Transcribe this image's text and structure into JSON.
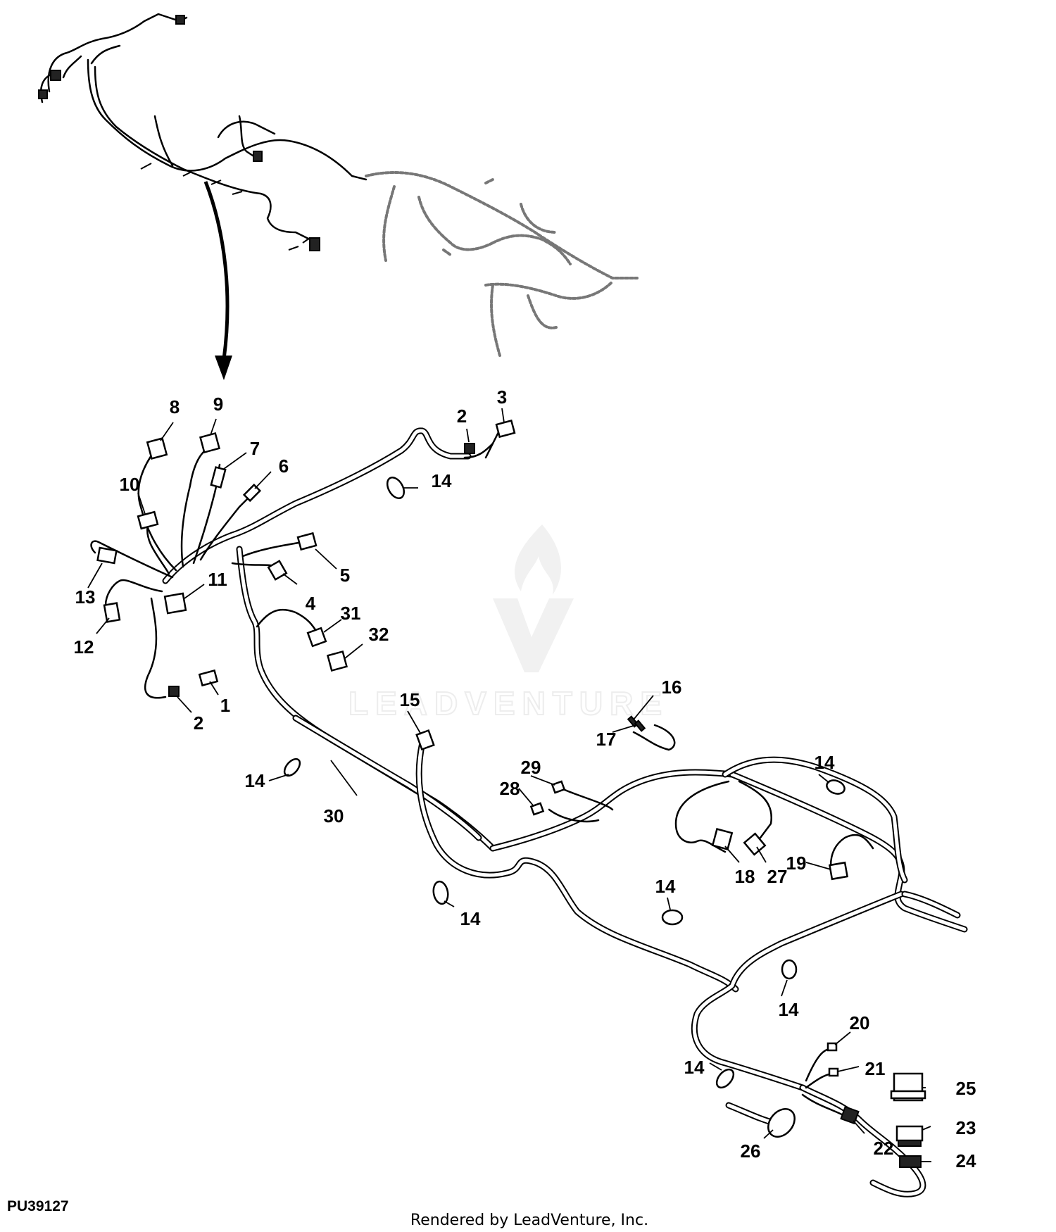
{
  "figure_id": "PU39127",
  "credit": "Rendered by LeadVenture, Inc.",
  "watermark": "LEADVENTURE",
  "callouts": [
    {
      "id": "c1",
      "label": "1"
    },
    {
      "id": "c2a",
      "label": "2"
    },
    {
      "id": "c2b",
      "label": "2"
    },
    {
      "id": "c3",
      "label": "3"
    },
    {
      "id": "c4",
      "label": "4"
    },
    {
      "id": "c5",
      "label": "5"
    },
    {
      "id": "c6",
      "label": "6"
    },
    {
      "id": "c7",
      "label": "7"
    },
    {
      "id": "c8",
      "label": "8"
    },
    {
      "id": "c9",
      "label": "9"
    },
    {
      "id": "c10",
      "label": "10"
    },
    {
      "id": "c11",
      "label": "11"
    },
    {
      "id": "c12",
      "label": "12"
    },
    {
      "id": "c13",
      "label": "13"
    },
    {
      "id": "c14a",
      "label": "14"
    },
    {
      "id": "c14b",
      "label": "14"
    },
    {
      "id": "c14c",
      "label": "14"
    },
    {
      "id": "c14d",
      "label": "14"
    },
    {
      "id": "c14e",
      "label": "14"
    },
    {
      "id": "c14f",
      "label": "14"
    },
    {
      "id": "c14g",
      "label": "14"
    },
    {
      "id": "c15",
      "label": "15"
    },
    {
      "id": "c16",
      "label": "16"
    },
    {
      "id": "c17",
      "label": "17"
    },
    {
      "id": "c18",
      "label": "18"
    },
    {
      "id": "c19",
      "label": "19"
    },
    {
      "id": "c20",
      "label": "20"
    },
    {
      "id": "c21",
      "label": "21"
    },
    {
      "id": "c22",
      "label": "22"
    },
    {
      "id": "c23",
      "label": "23"
    },
    {
      "id": "c24",
      "label": "24"
    },
    {
      "id": "c25",
      "label": "25"
    },
    {
      "id": "c26",
      "label": "26"
    },
    {
      "id": "c27",
      "label": "27"
    },
    {
      "id": "c28",
      "label": "28"
    },
    {
      "id": "c29",
      "label": "29"
    },
    {
      "id": "c30",
      "label": "30"
    },
    {
      "id": "c31",
      "label": "31"
    },
    {
      "id": "c32",
      "label": "32"
    }
  ]
}
